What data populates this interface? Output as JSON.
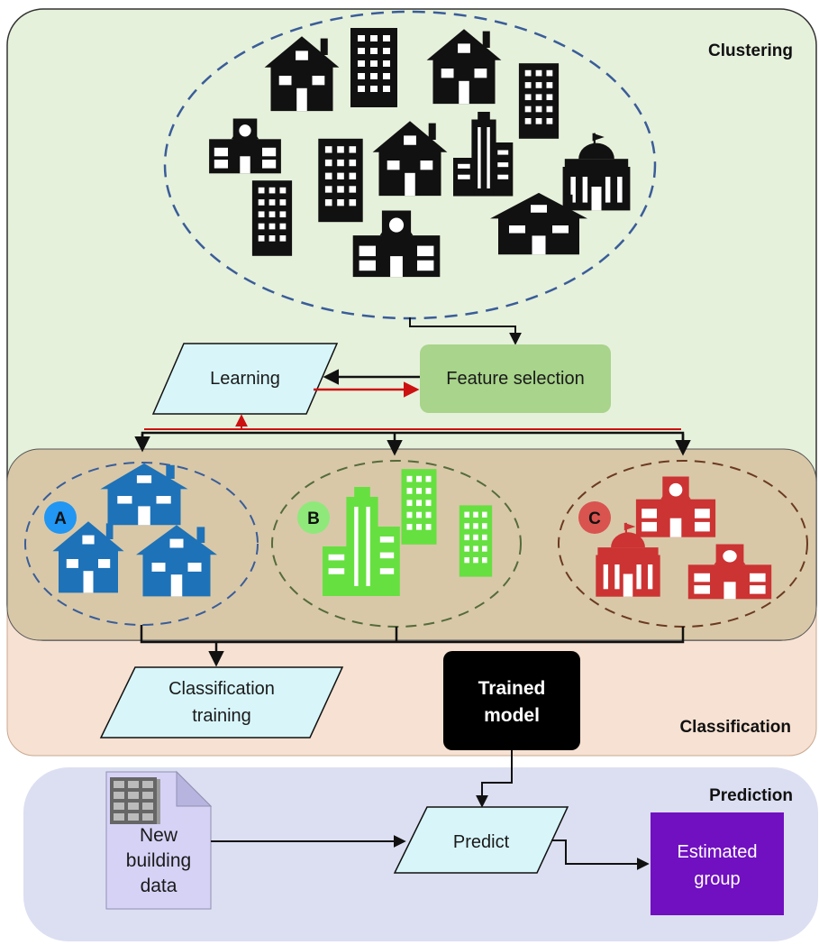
{
  "sections": {
    "clustering": "Clustering",
    "classification": "Classification",
    "prediction": "Prediction"
  },
  "nodes": {
    "learning": "Learning",
    "feature_selection": "Feature selection",
    "classification_training": [
      "Classification",
      "training"
    ],
    "trained_model": [
      "Trained",
      "model"
    ],
    "new_building_data": [
      "New",
      "building",
      "data"
    ],
    "predict": "Predict",
    "estimated_group": [
      "Estimated",
      "group"
    ]
  },
  "clusters": [
    {
      "label": "A",
      "color": "#1e72b8",
      "badge": "#2196f3"
    },
    {
      "label": "B",
      "color": "#66e040",
      "badge": "#8ee97a"
    },
    {
      "label": "C",
      "color": "#cc3333",
      "badge": "#d9534f"
    }
  ],
  "colors": {
    "clustering_bg": "#e6f1dc",
    "classification_bg": "#d8c8a8",
    "classification_outer": "#f7e1d2",
    "prediction_bg": "#dcdff2",
    "parallelogram": "#d8f6fa",
    "feature_box": "#a8d48b",
    "trained_model": "#000000",
    "estimated_group": "#7010c0",
    "arrow_red": "#cc1111"
  }
}
